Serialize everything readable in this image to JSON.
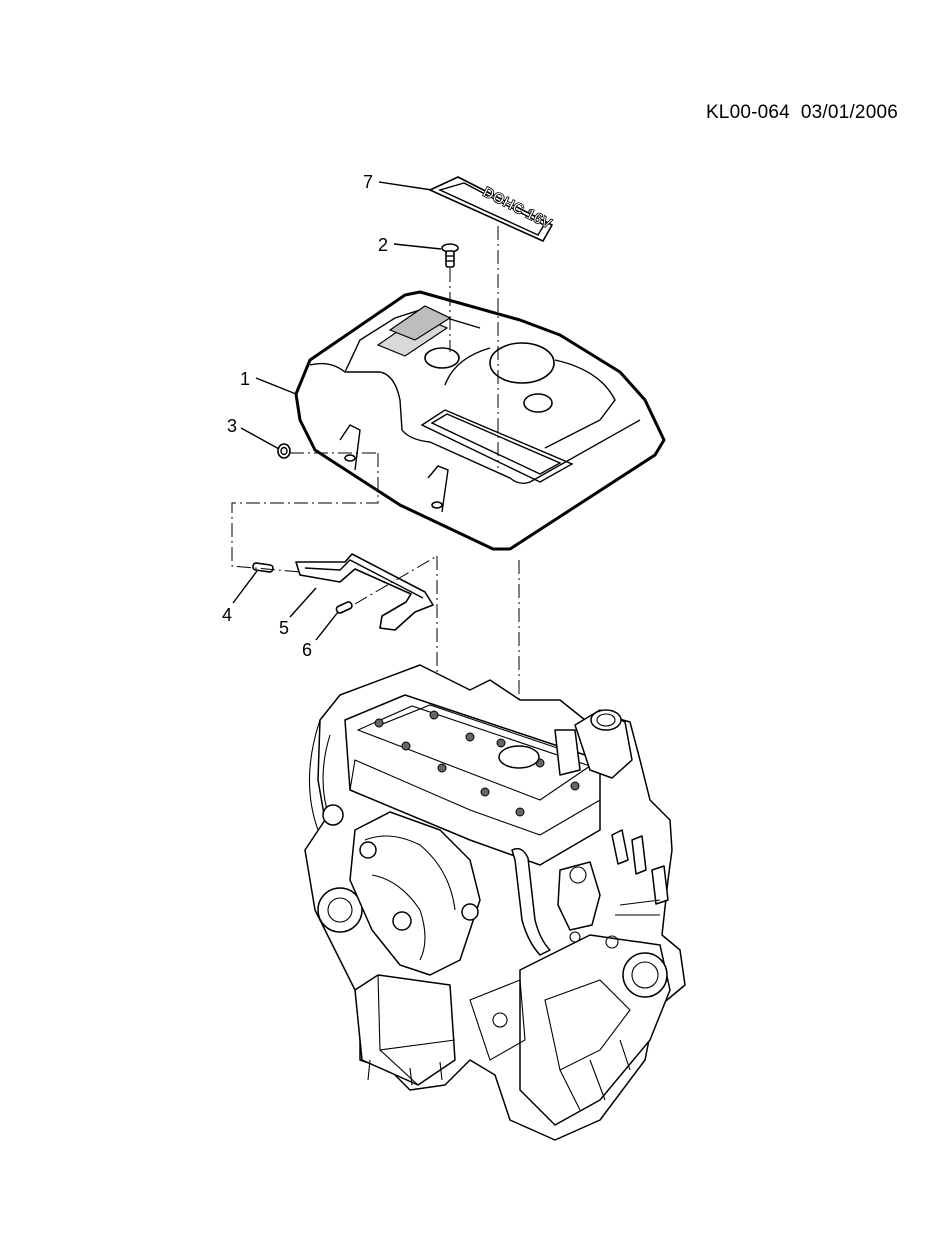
{
  "header": {
    "reference": "KL00-064  03/01/2006"
  },
  "cover_plate": {
    "lettering": "DOHC 16V"
  },
  "callouts": [
    {
      "id": "1",
      "label": "1"
    },
    {
      "id": "2",
      "label": "2"
    },
    {
      "id": "3",
      "label": "3"
    },
    {
      "id": "4",
      "label": "4"
    },
    {
      "id": "5",
      "label": "5"
    },
    {
      "id": "6",
      "label": "6"
    },
    {
      "id": "7",
      "label": "7"
    }
  ]
}
